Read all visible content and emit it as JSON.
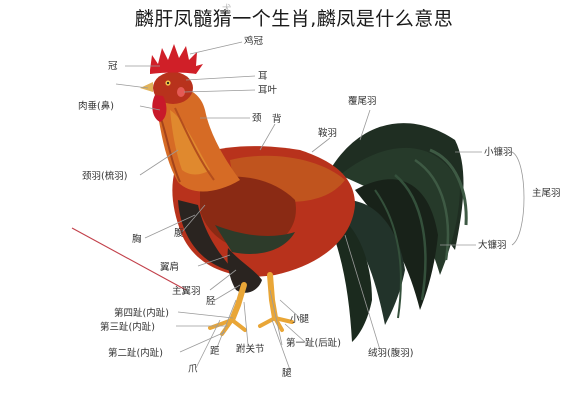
{
  "title": "麟肝凤髓猜一个生肖,麟凤是什么意思",
  "colors": {
    "comb": "#d01f28",
    "body_red": "#b8321c",
    "hackle_orange": "#e0892e",
    "tail_green": "#1f2e22",
    "legs": "#e9a637",
    "leader_line": "#9a9a9a",
    "pointer_line": "#c2404a"
  },
  "labels": {
    "top_mark": "犬",
    "comb": "鸡冠",
    "crown": "冠",
    "ear": "耳",
    "earlobe": "耳叶",
    "wattle": "肉垂(鼻)",
    "nape": "颈",
    "back": "背",
    "saddle": "鞍羽",
    "tail_coverts": "覆尾羽",
    "sickle_small": "小镰羽",
    "sickle_big": "大镰羽",
    "main_tail": "主尾羽",
    "hackle": "颈羽(梳羽)",
    "breast": "胸",
    "abdomen": "腹",
    "wing_bow": "翼肩",
    "primaries": "主翼羽",
    "shank": "胫",
    "fourth_toe": "第四趾(内趾)",
    "third_toe": "第三趾(内趾)",
    "second_toe": "第二趾(内趾)",
    "spur": "距",
    "hock": "跗关节",
    "thigh": "腿",
    "first_toe": "第一趾(后趾)",
    "fluff": "绒羽(腹羽)",
    "toe_small": "小腿",
    "foot": "爪"
  }
}
